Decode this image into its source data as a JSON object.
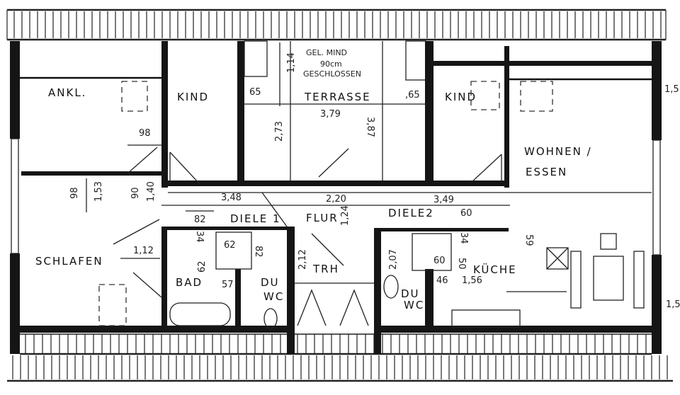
{
  "plan": {
    "note": [
      "GEL. MIND",
      "90cm",
      "GESCHLOSSEN"
    ],
    "rooms": {
      "ankl": "ANKL.",
      "kind1": "KIND",
      "terrasse": "TERRASSE",
      "kind2": "KIND",
      "wohnen1": "WOHNEN /",
      "wohnen2": "ESSEN",
      "schlafen": "SCHLAFEN",
      "bad": "BAD",
      "du1": "DU",
      "wc1": "WC",
      "trh": "TRH",
      "flur": "FLUR",
      "diele1": "DIELE 1",
      "diele2": "DIELE2",
      "du2": "DU",
      "wc2": "WC",
      "kueche": "KÜCHE"
    },
    "dimensions": {
      "d114": "1,14",
      "d65a": "65",
      "d65b": ",65",
      "d379": "3,79",
      "d273": "2,73",
      "d387": "3,87",
      "d98a": "98",
      "d98b": "98",
      "d153": "1,53",
      "d90": "90",
      "d140": "1,40",
      "d112": "1,12",
      "d348": "3,48",
      "d220": "2,20",
      "d349": "3,49",
      "d82a": "82",
      "d34a": "34",
      "d62a": "62",
      "d62b": "62",
      "d82b": "82",
      "d57": "57",
      "d124": "1,24",
      "d212": "2,12",
      "d207": "2,07",
      "d60a": "60",
      "d34b": "34",
      "d59": "59",
      "d60b": "60",
      "d50": "50",
      "d46": "46",
      "d156": "1,56",
      "d15a": "1,5",
      "d15b": "1,5"
    }
  }
}
